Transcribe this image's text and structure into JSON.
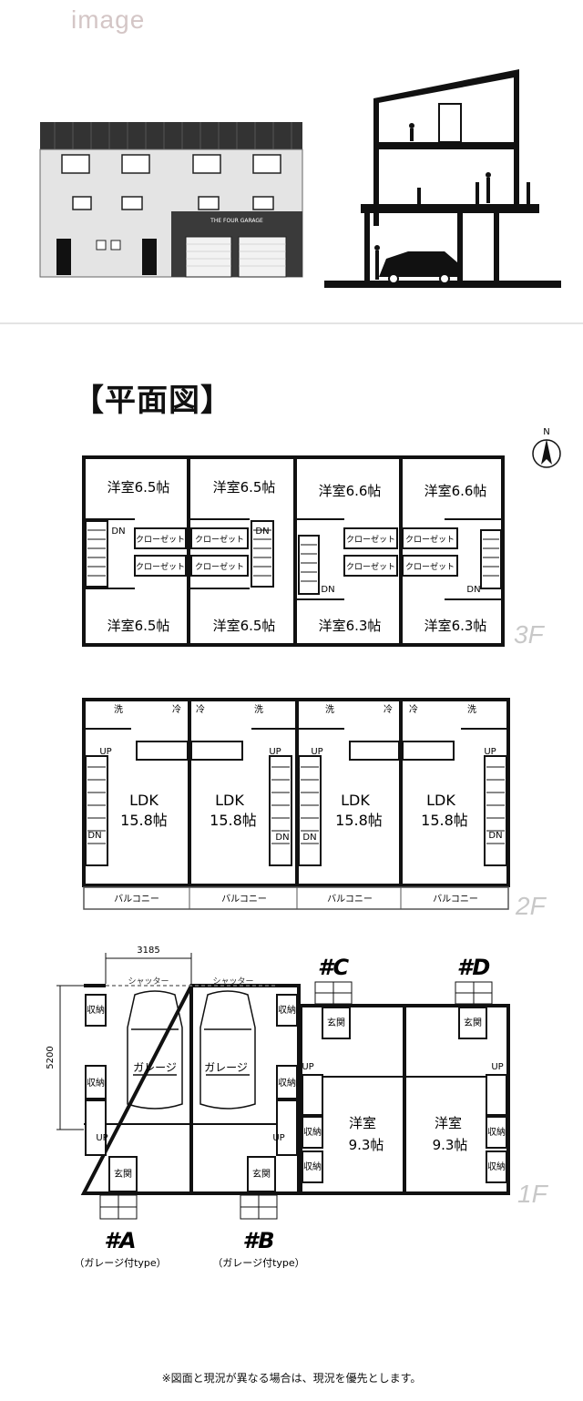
{
  "header": {
    "image_label": "image",
    "plan_title": "【平面図】"
  },
  "facade": {
    "sign_text": "THE FOUR GARAGE"
  },
  "compass": {
    "north_label": "N"
  },
  "floor3": {
    "label": "3F",
    "rooms_top": [
      "洋室6.5帖",
      "洋室6.5帖",
      "洋室6.6帖",
      "洋室6.6帖"
    ],
    "rooms_bottom": [
      "洋室6.5帖",
      "洋室6.5帖",
      "洋室6.3帖",
      "洋室6.3帖"
    ],
    "closet": "クローゼット",
    "dn": "DN"
  },
  "floor2": {
    "label": "2F",
    "ldk": "LDK",
    "ldk_size": "15.8帖",
    "balcony": "バルコニー",
    "wash": "洗",
    "fridge": "冷",
    "up": "UP",
    "dn": "DN"
  },
  "floor1": {
    "label": "1F",
    "dim_width": "3185",
    "dim_depth": "5200",
    "shutter": "シャッター",
    "garage": "ガレージ",
    "storage": "収納",
    "entrance": "玄関",
    "room": "洋室",
    "room_size": "9.3帖",
    "up": "UP",
    "unit_a": "#A",
    "unit_b": "#B",
    "unit_c": "#C",
    "unit_d": "#D",
    "garage_type": "（ガレージ付type）"
  },
  "footer": {
    "note": "※図面と現況が異なる場合は、現況を優先とします。"
  }
}
